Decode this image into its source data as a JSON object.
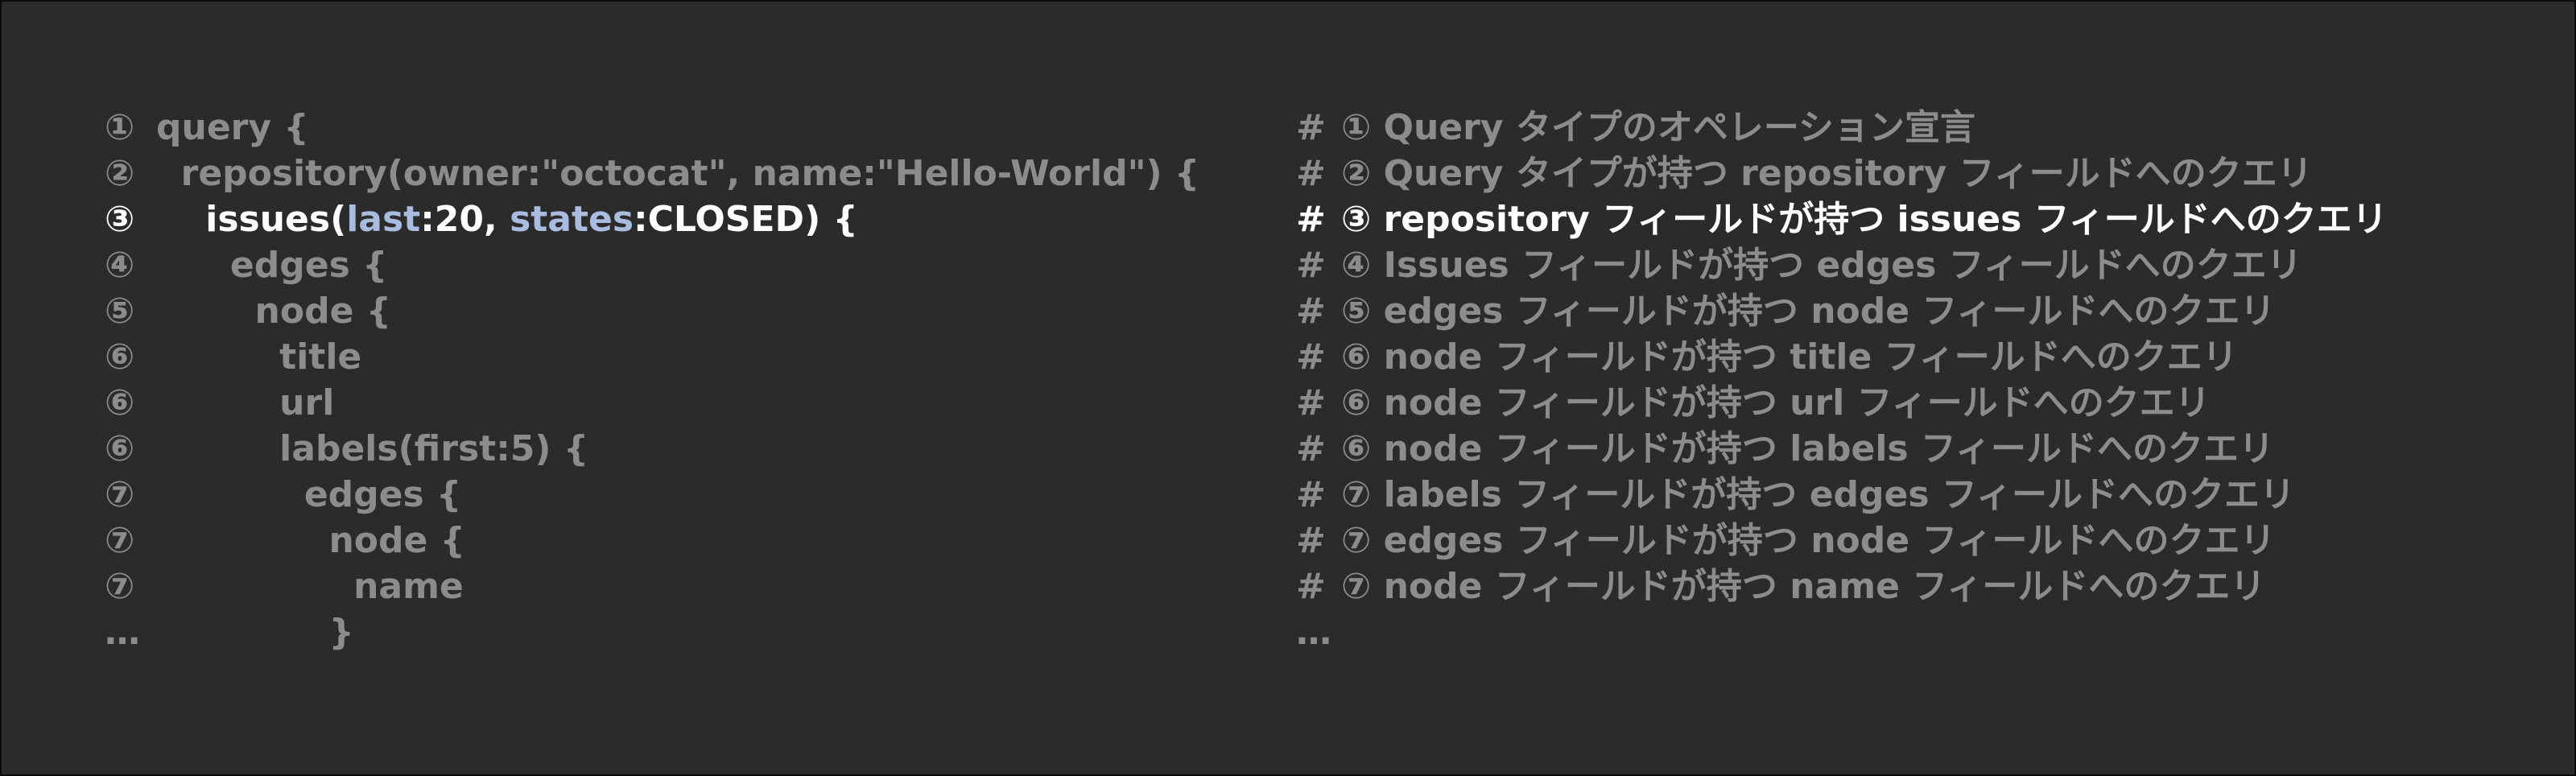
{
  "colors": {
    "background": "#2b2b2b",
    "text_dim": "#8c8c8c",
    "text_highlight": "#ffffff",
    "argument_name": "#a9bcdf"
  },
  "query_lines": [
    {
      "num": "①",
      "code": "query {"
    },
    {
      "num": "②",
      "code": "  repository(owner:\"octocat\", name:\"Hello-World\") {"
    },
    {
      "num": "③",
      "code": "    issues(",
      "arg1": "last",
      "mid": ":20, ",
      "arg2": "states",
      "tail": ":CLOSED) {"
    },
    {
      "num": "④",
      "code": "      edges {"
    },
    {
      "num": "⑤",
      "code": "        node {"
    },
    {
      "num": "⑥",
      "code": "          title"
    },
    {
      "num": "⑥",
      "code": "          url"
    },
    {
      "num": "⑥",
      "code": "          labels(first:5) {"
    },
    {
      "num": "⑦",
      "code": "            edges {"
    },
    {
      "num": "⑦",
      "code": "              node {"
    },
    {
      "num": "⑦",
      "code": "                name"
    },
    {
      "num": "…",
      "code": "              }"
    }
  ],
  "comment_lines": [
    {
      "hash": "#",
      "text": "① Query タイプのオペレーション宣言"
    },
    {
      "hash": "#",
      "text": "② Query タイプが持つ repository フィールドへのクエリ"
    },
    {
      "hash": "#",
      "text": "③ repository フィールドが持つ issues フィールドへのクエリ"
    },
    {
      "hash": "#",
      "text": "④ Issues フィールドが持つ edges フィールドへのクエリ"
    },
    {
      "hash": "#",
      "text": "⑤ edges フィールドが持つ node フィールドへのクエリ"
    },
    {
      "hash": "#",
      "text": "⑥ node フィールドが持つ title フィールドへのクエリ"
    },
    {
      "hash": "#",
      "text": "⑥ node フィールドが持つ url フィールドへのクエリ"
    },
    {
      "hash": "#",
      "text": "⑥ node フィールドが持つ labels フィールドへのクエリ"
    },
    {
      "hash": "#",
      "text": "⑦ labels フィールドが持つ edges フィールドへのクエリ"
    },
    {
      "hash": "#",
      "text": "⑦ edges フィールドが持つ node フィールドへのクエリ"
    },
    {
      "hash": "#",
      "text": "⑦ node フィールドが持つ name フィールドへのクエリ"
    },
    {
      "hash": "…",
      "text": ""
    }
  ]
}
